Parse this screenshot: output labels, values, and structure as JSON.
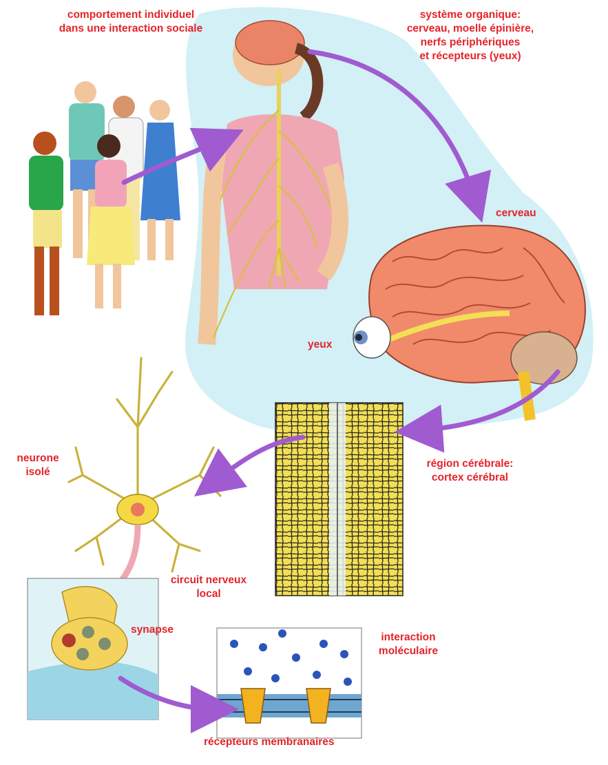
{
  "labels": {
    "social": [
      "comportement individuel",
      "dans une interaction sociale"
    ],
    "organic": [
      "système organique:",
      "cerveau, moelle épinière,",
      "nerfs périphériques",
      "et récepteurs (yeux)"
    ],
    "cerveau": "cerveau",
    "yeux": "yeux",
    "region": [
      "région cérébrale:",
      "cortex cérébral"
    ],
    "neurone": [
      "neurone",
      "isolé"
    ],
    "circuit": [
      "circuit nerveux",
      "local"
    ],
    "synapse": "synapse",
    "interaction": [
      "interaction",
      "moléculaire"
    ],
    "recepteurs": "récepteurs membranaires"
  },
  "colors": {
    "label": "#e5232a",
    "arrow": "#a05bd0",
    "background_blob": "#cdeef4",
    "brain": "#f08a6a",
    "nerve": "#e8d25a",
    "cortex": "#f2df55",
    "molecule": "#2a55b8"
  }
}
